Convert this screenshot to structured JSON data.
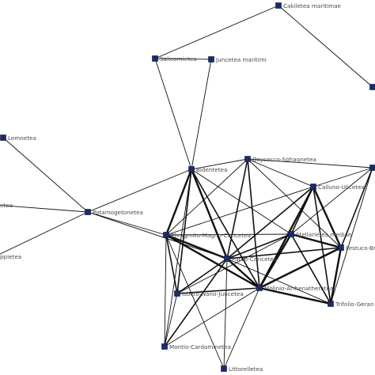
{
  "colors": {
    "node": "#1b2a6b",
    "node_border": "#0b1440",
    "edge": "#111111",
    "label": "#4a4a4a"
  },
  "nodes": [
    {
      "id": "cakiletea",
      "label": "Cakiletea maritimae"
    },
    {
      "id": "salicornietea",
      "label": "Salicornietea"
    },
    {
      "id": "juncetea",
      "label": "Juncetea maritimi"
    },
    {
      "id": "lemnetea",
      "label": "Lemnetea"
    },
    {
      "id": "bidentetea",
      "label": "Bidentetea"
    },
    {
      "id": "oxycocco",
      "label": "Oxycocco-Sphagnetea"
    },
    {
      "id": "calluno",
      "label": "Calluno-Ulicetea"
    },
    {
      "id": "potamo",
      "label": "Potamogetonetea"
    },
    {
      "id": "phragmito",
      "label": "Phragmito-Magno-Caricetea"
    },
    {
      "id": "stellarietea",
      "label": "Stellarietea mediae"
    },
    {
      "id": "parvo",
      "label": "Parvo-Caricetea"
    },
    {
      "id": "festuco",
      "label": "Festuco-Br"
    },
    {
      "id": "molinio",
      "label": "Molinio-Arrhenatheretea"
    },
    {
      "id": "isoeto",
      "label": "Isoeto-Nano-Juncetea"
    },
    {
      "id": "trifolio",
      "label": "Trifolio-Geran"
    },
    {
      "id": "montio",
      "label": "Montio-Cardaminetea"
    },
    {
      "id": "littorelletea",
      "label": "Littorelletea"
    },
    {
      "id": "left_mid",
      "label": "etea"
    },
    {
      "id": "left_low",
      "label": "ppietea"
    },
    {
      "id": "right_top",
      "label": ""
    },
    {
      "id": "right_mid",
      "label": ""
    }
  ],
  "edges": [
    {
      "from": "cakiletea",
      "to": "salicornietea",
      "weight": 1
    },
    {
      "from": "cakiletea",
      "to": "right_top",
      "weight": 1
    },
    {
      "from": "salicornietea",
      "to": "juncetea",
      "weight": 1
    },
    {
      "from": "salicornietea",
      "to": "bidentetea",
      "weight": 1
    },
    {
      "from": "juncetea",
      "to": "bidentetea",
      "weight": 1
    },
    {
      "from": "potamo",
      "to": "bidentetea",
      "weight": 1
    },
    {
      "from": "potamo",
      "to": "lemnetea",
      "weight": 1
    },
    {
      "from": "potamo",
      "to": "phragmito",
      "weight": 1
    },
    {
      "from": "potamo",
      "to": "parvo",
      "weight": 1
    },
    {
      "from": "potamo",
      "to": "left_mid",
      "weight": 1
    },
    {
      "from": "potamo",
      "to": "left_low",
      "weight": 1
    },
    {
      "from": "bidentetea",
      "to": "oxycocco",
      "weight": 1
    },
    {
      "from": "bidentetea",
      "to": "phragmito",
      "weight": 3
    },
    {
      "from": "bidentetea",
      "to": "parvo",
      "weight": 3
    },
    {
      "from": "bidentetea",
      "to": "molinio",
      "weight": 2
    },
    {
      "from": "bidentetea",
      "to": "isoeto",
      "weight": 2
    },
    {
      "from": "bidentetea",
      "to": "stellarietea",
      "weight": 1
    },
    {
      "from": "bidentetea",
      "to": "montio",
      "weight": 1
    },
    {
      "from": "oxycocco",
      "to": "calluno",
      "weight": 1
    },
    {
      "from": "oxycocco",
      "to": "phragmito",
      "weight": 1
    },
    {
      "from": "oxycocco",
      "to": "parvo",
      "weight": 2
    },
    {
      "from": "oxycocco",
      "to": "molinio",
      "weight": 2
    },
    {
      "from": "oxycocco",
      "to": "right_mid",
      "weight": 1
    },
    {
      "from": "oxycocco",
      "to": "festuco",
      "weight": 1
    },
    {
      "from": "calluno",
      "to": "right_mid",
      "weight": 1
    },
    {
      "from": "calluno",
      "to": "stellarietea",
      "weight": 2
    },
    {
      "from": "calluno",
      "to": "festuco",
      "weight": 3
    },
    {
      "from": "calluno",
      "to": "molinio",
      "weight": 3
    },
    {
      "from": "calluno",
      "to": "trifolio",
      "weight": 2
    },
    {
      "from": "calluno",
      "to": "parvo",
      "weight": 2
    },
    {
      "from": "calluno",
      "to": "phragmito",
      "weight": 1
    },
    {
      "from": "phragmito",
      "to": "stellarietea",
      "weight": 1
    },
    {
      "from": "phragmito",
      "to": "parvo",
      "weight": 3
    },
    {
      "from": "phragmito",
      "to": "molinio",
      "weight": 3
    },
    {
      "from": "phragmito",
      "to": "isoeto",
      "weight": 2
    },
    {
      "from": "phragmito",
      "to": "montio",
      "weight": 1
    },
    {
      "from": "phragmito",
      "to": "littorelletea",
      "weight": 1
    },
    {
      "from": "stellarietea",
      "to": "parvo",
      "weight": 2
    },
    {
      "from": "stellarietea",
      "to": "molinio",
      "weight": 3
    },
    {
      "from": "stellarietea",
      "to": "festuco",
      "weight": 3
    },
    {
      "from": "stellarietea",
      "to": "trifolio",
      "weight": 2
    },
    {
      "from": "stellarietea",
      "to": "right_mid",
      "weight": 1
    },
    {
      "from": "stellarietea",
      "to": "isoeto",
      "weight": 1
    },
    {
      "from": "parvo",
      "to": "molinio",
      "weight": 3
    },
    {
      "from": "parvo",
      "to": "isoeto",
      "weight": 2
    },
    {
      "from": "parvo",
      "to": "montio",
      "weight": 2
    },
    {
      "from": "parvo",
      "to": "festuco",
      "weight": 2
    },
    {
      "from": "parvo",
      "to": "littorelletea",
      "weight": 1
    },
    {
      "from": "parvo",
      "to": "trifolio",
      "weight": 1
    },
    {
      "from": "molinio",
      "to": "festuco",
      "weight": 3
    },
    {
      "from": "molinio",
      "to": "trifolio",
      "weight": 3
    },
    {
      "from": "molinio",
      "to": "isoeto",
      "weight": 2
    },
    {
      "from": "molinio",
      "to": "montio",
      "weight": 1
    },
    {
      "from": "molinio",
      "to": "littorelletea",
      "weight": 1
    },
    {
      "from": "festuco",
      "to": "trifolio",
      "weight": 3
    },
    {
      "from": "festuco",
      "to": "right_mid",
      "weight": 2
    },
    {
      "from": "trifolio",
      "to": "right_mid",
      "weight": 1
    },
    {
      "from": "montio",
      "to": "isoeto",
      "weight": 1
    }
  ]
}
